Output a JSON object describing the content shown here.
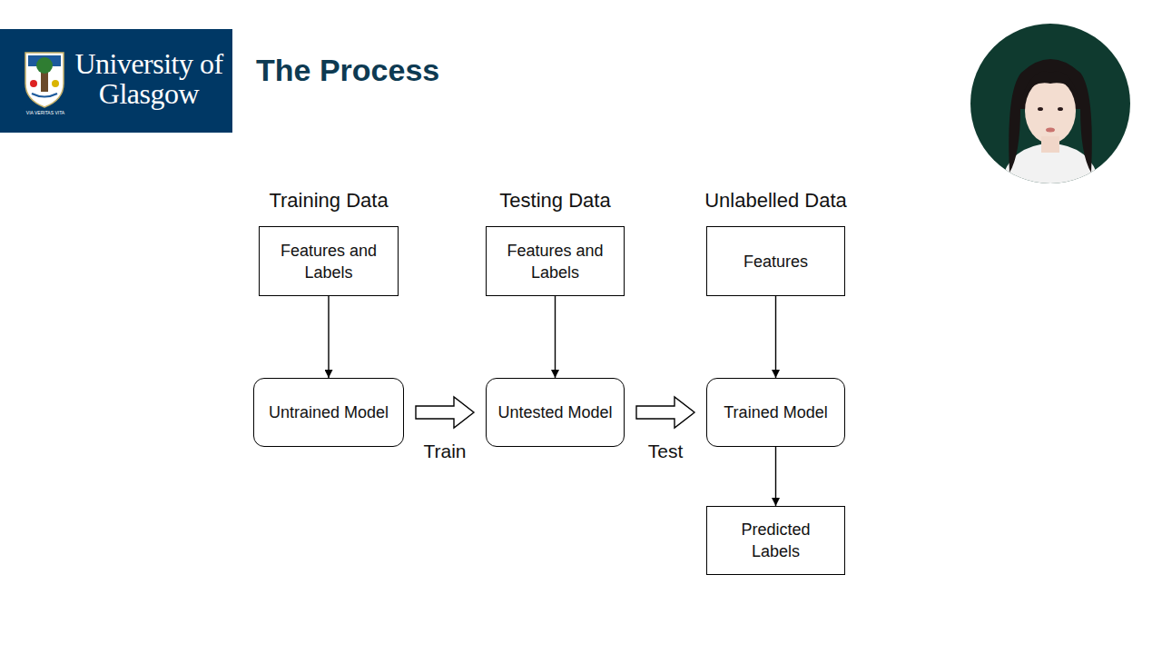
{
  "diagram": {
    "title": "The Process",
    "nodes": [
      {
        "text": [
          "Training Data",
          "Features and Labels"
        ]
      },
      {
        "text": [
          "Testing Data",
          "Features and Labels"
        ]
      },
      {
        "text": [
          "Unlabelled Data",
          "Features"
        ]
      },
      {
        "text": [
          "Untrained Model"
        ]
      },
      {
        "text": [
          "Untested Model"
        ]
      },
      {
        "text": [
          "Trained Model"
        ]
      },
      {
        "text": [
          "Predicted Labels"
        ]
      }
    ],
    "edges": [
      {
        "from": 0,
        "to": 3,
        "arrow": "to"
      },
      {
        "from": 1,
        "to": 4,
        "arrow": "to"
      },
      {
        "from": 2,
        "to": 5,
        "arrow": "to"
      },
      {
        "from": 3,
        "to": 4,
        "label": "Train",
        "arrow": "to"
      },
      {
        "from": 4,
        "to": 5,
        "label": "Test",
        "arrow": "to"
      },
      {
        "from": 5,
        "to": 6,
        "arrow": "to"
      }
    ],
    "labels": [
      "University of Glasgow",
      "VIA VERITAS VITA"
    ]
  }
}
